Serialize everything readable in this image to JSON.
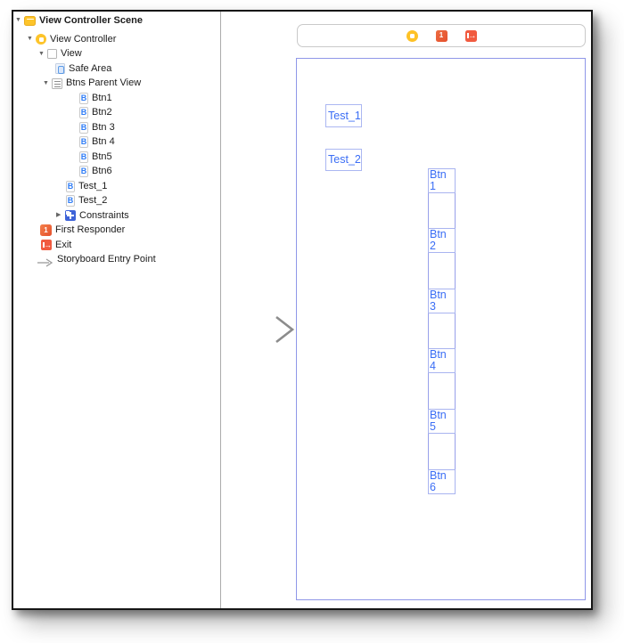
{
  "colors": {
    "accent_blue": "#3B6EF5",
    "canvas_border": "#8F97E8",
    "button_border": "#ABB7F2",
    "selection_yellow": "#FDC42A",
    "orange": "#F15B40"
  },
  "sidebar": {
    "items": [
      {
        "label": "View Controller Scene"
      },
      {
        "label": "View Controller"
      },
      {
        "label": "View"
      },
      {
        "label": "Safe Area"
      },
      {
        "label": "Btns Parent View"
      },
      {
        "label": "Btn1"
      },
      {
        "label": "Btn2"
      },
      {
        "label": "Btn 3"
      },
      {
        "label": "Btn 4"
      },
      {
        "label": "Btn5"
      },
      {
        "label": "Btn6"
      },
      {
        "label": "Test_1"
      },
      {
        "label": "Test_2"
      },
      {
        "label": "Constraints"
      },
      {
        "label": "First Responder"
      },
      {
        "label": "Exit"
      },
      {
        "label": "Storyboard Entry Point"
      }
    ],
    "button_icon_glyph": "B",
    "first_responder_glyph": "1"
  },
  "canvas": {
    "dock": {
      "first_responder_glyph": "1"
    },
    "buttons": {
      "test1": "Test_1",
      "test2": "Test_2"
    },
    "stack_buttons": [
      "Btn 1",
      "Btn 2",
      "Btn 3",
      "Btn 4",
      "Btn 5",
      "Btn 6"
    ]
  }
}
